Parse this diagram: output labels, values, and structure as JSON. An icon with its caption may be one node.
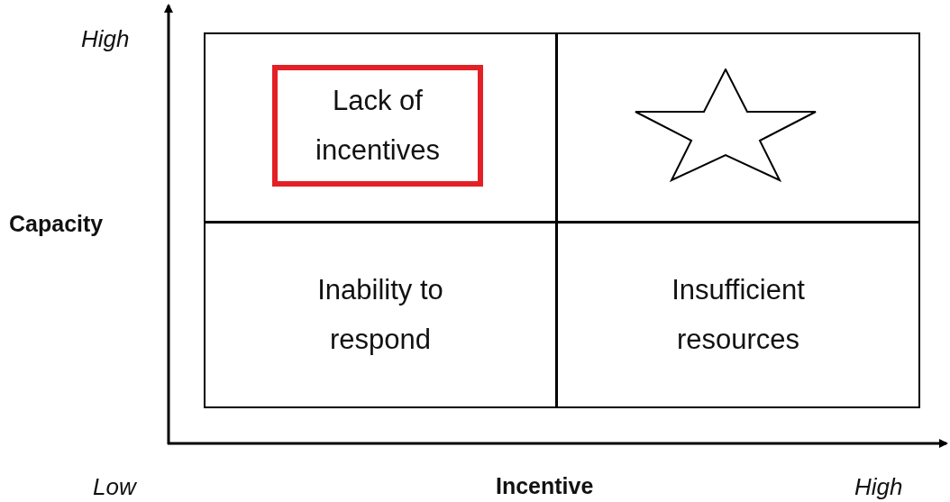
{
  "diagram": {
    "nodes": [
      {
        "text": [],
        "shape": "box"
      },
      {
        "text": [
          "Lack of incentives"
        ],
        "in": 0
      },
      {
        "text": [],
        "shape": "box"
      },
      {
        "text": [],
        "shape": "star",
        "in": 2
      },
      {
        "text": [
          "Inability to respond"
        ]
      },
      {
        "text": [
          "Insufficient resources"
        ]
      }
    ],
    "labels": [
      "High",
      "Capacity",
      "Low",
      "Incentive",
      "High"
    ]
  }
}
